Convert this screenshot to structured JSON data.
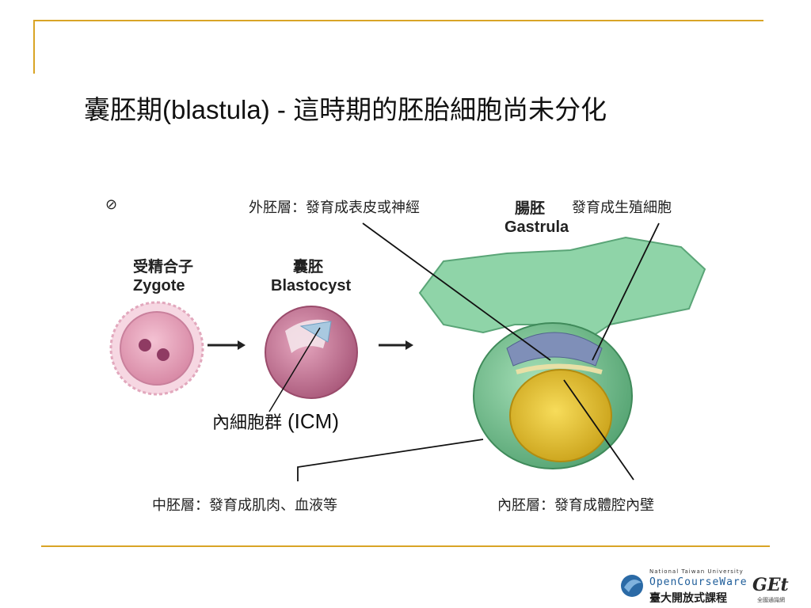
{
  "slide": {
    "title_cjk_1": "囊胚期",
    "title_latin": "(blastula) - ",
    "title_cjk_2": "這時期的胚胎細胞尚未分化"
  },
  "figure": {
    "copyright_symbol": "⊘",
    "ectoderm_label": "外胚層：發育成表皮或神經",
    "gastrula_cn": "腸胚",
    "gastrula_en": "Gastrula",
    "germ_cells_label": "發育成生殖細胞",
    "zygote_cn": "受精合子",
    "zygote_en": "Zygote",
    "blastocyst_cn": "囊胚",
    "blastocyst_en": "Blastocyst",
    "icm_cjk": "內細胞群 ",
    "icm_latin": "(ICM)",
    "mesoderm_label": "中胚層：發育成肌肉、血液等",
    "endoderm_label": "內胚層：發育成體腔內壁"
  },
  "footer": {
    "ntu_small": "National Taiwan University",
    "ocw": "OpenCourseWare",
    "ocw_cn": "臺大開放式課程",
    "get_logo": "GEt",
    "get_sub": "全國通識網"
  },
  "colors": {
    "frame": "#d9a426",
    "zygote": "#e8a6bd",
    "blastocyst": "#c97a97",
    "icm": "#a9c9e0",
    "gastrula_green": "#7cc89a",
    "yolk": "#f2c531",
    "ectoderm_blue": "#7f8fb8"
  }
}
